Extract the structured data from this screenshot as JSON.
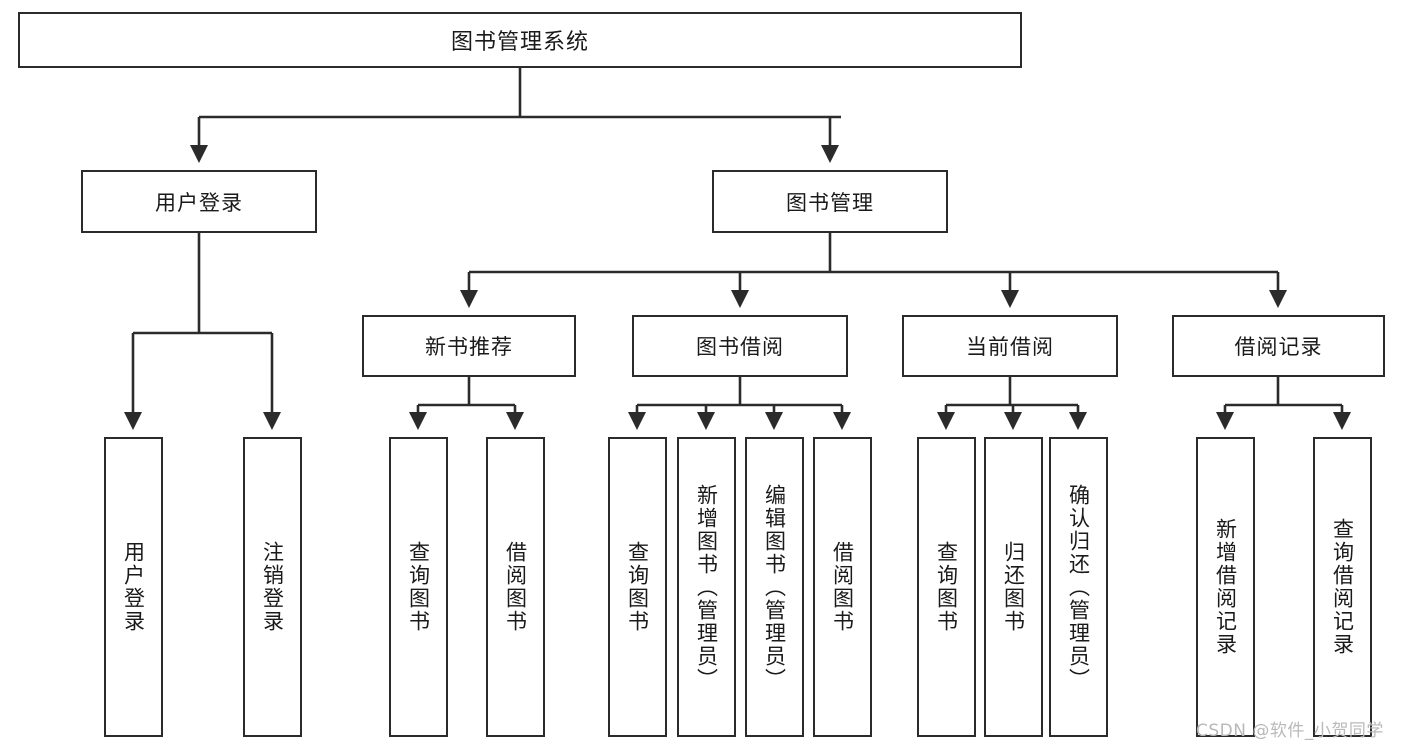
{
  "diagram": {
    "title": "图书管理系统",
    "type": "tree-hierarchy",
    "root": {
      "label": "图书管理系统"
    },
    "level2": [
      {
        "id": "user-login",
        "label": "用户登录"
      },
      {
        "id": "book-manage",
        "label": "图书管理"
      }
    ],
    "level3": [
      {
        "id": "new-book-rec",
        "label": "新书推荐"
      },
      {
        "id": "book-borrow",
        "label": "图书借阅"
      },
      {
        "id": "current-borrow",
        "label": "当前借阅"
      },
      {
        "id": "borrow-record",
        "label": "借阅记录"
      }
    ],
    "leaves": {
      "user_login": [
        {
          "id": "leaf-user-login",
          "label": "用户登录"
        },
        {
          "id": "leaf-logout-login",
          "label": "注销登录"
        }
      ],
      "new_book_rec": [
        {
          "id": "leaf-query-book-1",
          "label": "查询图书"
        },
        {
          "id": "leaf-borrow-book-1",
          "label": "借阅图书"
        }
      ],
      "book_borrow": [
        {
          "id": "leaf-query-book-2",
          "label": "查询图书"
        },
        {
          "id": "leaf-add-book",
          "label": "新增图书（管理员）"
        },
        {
          "id": "leaf-edit-book",
          "label": "编辑图书（管理员）"
        },
        {
          "id": "leaf-borrow-book-2",
          "label": "借阅图书"
        }
      ],
      "current_borrow": [
        {
          "id": "leaf-query-book-3",
          "label": "查询图书"
        },
        {
          "id": "leaf-return-book",
          "label": "归还图书"
        },
        {
          "id": "leaf-confirm-return",
          "label": "确认归还（管理员）"
        }
      ],
      "borrow_record": [
        {
          "id": "leaf-add-record",
          "label": "新增借阅记录"
        },
        {
          "id": "leaf-query-record",
          "label": "查询借阅记录"
        }
      ]
    },
    "colors": {
      "stroke": "#2b2b2b",
      "fill": "#ffffff",
      "text": "#1a1a1a",
      "watermark": "#b9b9b9"
    }
  },
  "watermark": {
    "text": "CSDN @软件_小贺同学"
  }
}
